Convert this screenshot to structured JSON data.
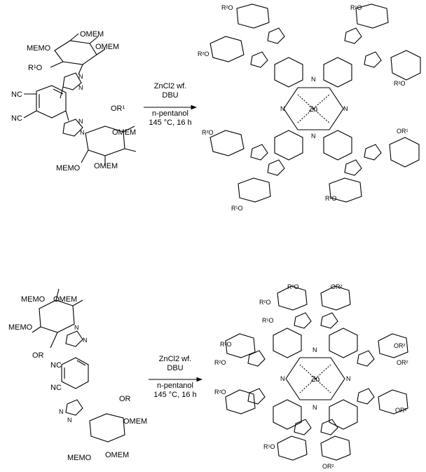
{
  "scheme1": {
    "reagents": {
      "line1": "ZnCl2 wf.",
      "line2": "DBU",
      "line3": "n-pentanol",
      "line4": "145 °C, 16 h"
    },
    "reactant_labels": {
      "top_mem1": "OMEM",
      "top_mem2": "OMEM",
      "top_mem3": "MEMO",
      "top_or1": "R¹O",
      "nc1": "NC",
      "nc2": "NC",
      "bot_or1": "OR¹",
      "bot_mem1": "OMEM",
      "bot_mem2": "OMEM",
      "bot_mem3": "MEMO"
    },
    "product_center": "Zn"
  },
  "scheme2": {
    "reagents": {
      "line1": "ZnCl2 wf.",
      "line2": "DBU",
      "line3": "n-pentanol",
      "line4": "145 °C, 16 h"
    },
    "reactant_labels": {
      "mem1": "MEMO",
      "mem2": "OMEM",
      "mem3": "MEMO",
      "or_top": "OR",
      "nc1": "NC",
      "nc2": "NC",
      "or_bot": "OR",
      "bot_mem1": "OMEM",
      "bot_mem2": "OMEM",
      "bot_mem3": "MEMO"
    },
    "product_center": "Zn"
  }
}
